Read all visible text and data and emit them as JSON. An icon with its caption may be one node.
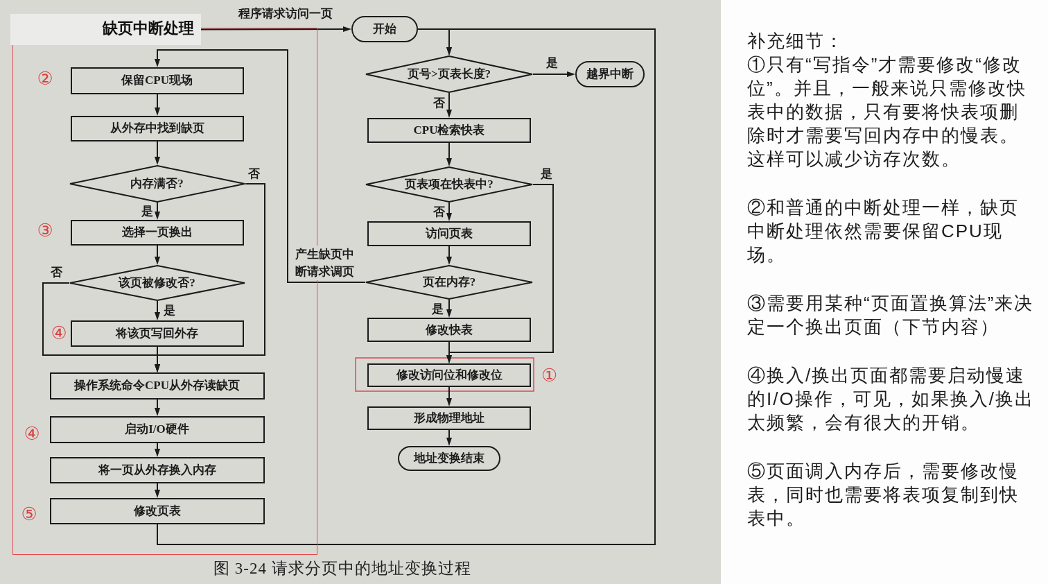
{
  "diagram": {
    "caption": "图 3-24 请求分页中的地址变换过程",
    "nodes": [
      {
        "text": [
          "缺页中断处理"
        ]
      },
      {
        "text": [
          "保留CPU现场"
        ],
        "in": 0,
        "beside": [
          "②"
        ]
      },
      {
        "text": [
          "从外存中找到缺页"
        ],
        "in": 0
      },
      {
        "text": [
          "内存满否?"
        ],
        "in": 0
      },
      {
        "text": [
          "选择一页换出"
        ],
        "in": 0,
        "beside": [
          "③"
        ]
      },
      {
        "text": [
          "该页被修改否?"
        ],
        "in": 0
      },
      {
        "text": [
          "将该页写回外存"
        ],
        "in": 0,
        "beside": [
          "④"
        ]
      },
      {
        "text": [
          "操作系统命令CPU从外存读缺页"
        ],
        "in": 0
      },
      {
        "text": [
          "启动I/O硬件"
        ],
        "in": 0,
        "beside": [
          "④"
        ]
      },
      {
        "text": [
          "将一页从外存换入内存"
        ],
        "in": 0
      },
      {
        "text": [
          "修改页表"
        ],
        "in": 0,
        "beside": [
          "⑤"
        ]
      },
      {
        "text": [
          "开始"
        ]
      },
      {
        "text": [
          "页号>页表长度?"
        ]
      },
      {
        "text": [
          "越界中断"
        ]
      },
      {
        "text": [
          "CPU检索快表"
        ]
      },
      {
        "text": [
          "页表项在快表中?"
        ]
      },
      {
        "text": [
          "访问页表"
        ]
      },
      {
        "text": [
          "页在内存?"
        ]
      },
      {
        "text": [
          "修改快表"
        ]
      },
      {
        "text": [
          "修改访问位和修改位"
        ],
        "beside": [
          "①"
        ]
      },
      {
        "text": [
          "形成物理地址"
        ]
      },
      {
        "text": [
          "地址变换结束"
        ]
      }
    ],
    "edges": [
      {
        "from": 0,
        "to": 11,
        "arrow": "to",
        "label": "程序请求访问一页"
      },
      {
        "from": 1,
        "to": 2,
        "arrow": "to"
      },
      {
        "from": 2,
        "to": 3,
        "arrow": "to"
      },
      {
        "from": 3,
        "to": 4,
        "arrow": "to",
        "label": "是"
      },
      {
        "from": 3,
        "to": 7,
        "arrow": "to",
        "label": "否"
      },
      {
        "from": 4,
        "to": 5,
        "arrow": "to"
      },
      {
        "from": 5,
        "to": 6,
        "arrow": "to",
        "label": "是"
      },
      {
        "from": 5,
        "to": 7,
        "arrow": "to",
        "label": "否"
      },
      {
        "from": 6,
        "to": 7,
        "arrow": "to"
      },
      {
        "from": 7,
        "to": 8,
        "arrow": "to"
      },
      {
        "from": 8,
        "to": 9,
        "arrow": "to"
      },
      {
        "from": 9,
        "to": 10,
        "arrow": "to"
      },
      {
        "from": 10,
        "to": 12,
        "arrow": "to"
      },
      {
        "from": 11,
        "to": 12,
        "arrow": "to"
      },
      {
        "from": 12,
        "to": 13,
        "arrow": "to",
        "label": "是"
      },
      {
        "from": 12,
        "to": 14,
        "arrow": "to",
        "label": "否"
      },
      {
        "from": 14,
        "to": 15,
        "arrow": "to"
      },
      {
        "from": 15,
        "to": 16,
        "arrow": "to",
        "label": "否"
      },
      {
        "from": 15,
        "to": 19,
        "arrow": "to",
        "label": "是"
      },
      {
        "from": 16,
        "to": 17,
        "arrow": "to"
      },
      {
        "from": 17,
        "to": 18,
        "arrow": "to",
        "label": "是"
      },
      {
        "from": 17,
        "to": 1,
        "arrow": "to",
        "label": "产生缺页中断请求调页"
      },
      {
        "from": 18,
        "to": 19,
        "arrow": "to"
      },
      {
        "from": 19,
        "to": 20,
        "arrow": "to"
      },
      {
        "from": 20,
        "to": 21,
        "arrow": "to"
      }
    ],
    "labels": [
      "补充细节：",
      "①只有“写指令”才需要修改“修改位”。并且，一般来说只需修改快表中的数据，只有要将快表项删除时才需要写回内存中的慢表。这样可以减少访存次数。",
      "②和普通的中断处理一样，缺页中断处理依然需要保留CPU现场。",
      "③需要用某种“页面置换算法”来决定一个换出页面（下节内容）",
      "④换入/换出页面都需要启动慢速的I/O操作，可见，如果换入/换出太频繁，会有很大的开销。",
      "⑤页面调入内存后，需要修改慢表，同时也需要将表项复制到快表中。"
    ]
  }
}
